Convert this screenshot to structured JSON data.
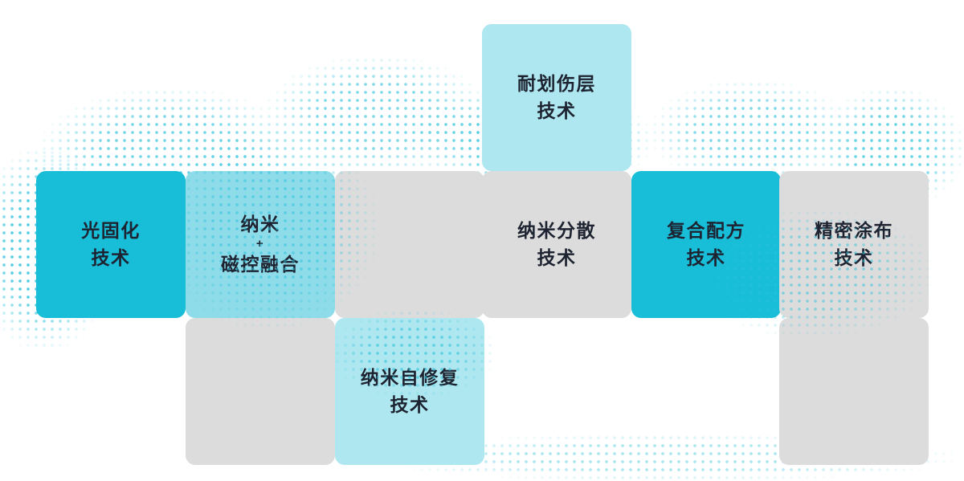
{
  "colors": {
    "page_bg": "#ffffff",
    "bright_cyan": "#18bdd8",
    "light_cyan": "#8edce9",
    "pale_cyan": "#aee7f0",
    "tile_gray": "#dcdcdc",
    "text_color": "#1d2330",
    "dot_color": "#2fc2dc"
  },
  "tiles": [
    {
      "id": "scratch-resistant",
      "variant": "pale",
      "label_lines": [
        "耐划伤层",
        "技术"
      ]
    },
    {
      "id": "uv-curing",
      "variant": "bright",
      "label_lines": [
        "光固化",
        "技术"
      ]
    },
    {
      "id": "nano-magnetron",
      "variant": "light",
      "label_lines": [
        "纳米",
        "+",
        "磁控融合"
      ]
    },
    {
      "id": "empty-1",
      "variant": "gray",
      "label_lines": []
    },
    {
      "id": "nano-dispersion",
      "variant": "gray",
      "label_lines": [
        "纳米分散",
        "技术"
      ]
    },
    {
      "id": "composite-formula",
      "variant": "bright",
      "label_lines": [
        "复合配方",
        "技术"
      ]
    },
    {
      "id": "precision-coating",
      "variant": "gray",
      "label_lines": [
        "精密涂布",
        "技术"
      ]
    },
    {
      "id": "empty-2",
      "variant": "gray",
      "label_lines": []
    },
    {
      "id": "nano-self-healing",
      "variant": "pale",
      "label_lines": [
        "纳米自修复",
        "技术"
      ]
    },
    {
      "id": "empty-3",
      "variant": "gray",
      "label_lines": []
    }
  ]
}
